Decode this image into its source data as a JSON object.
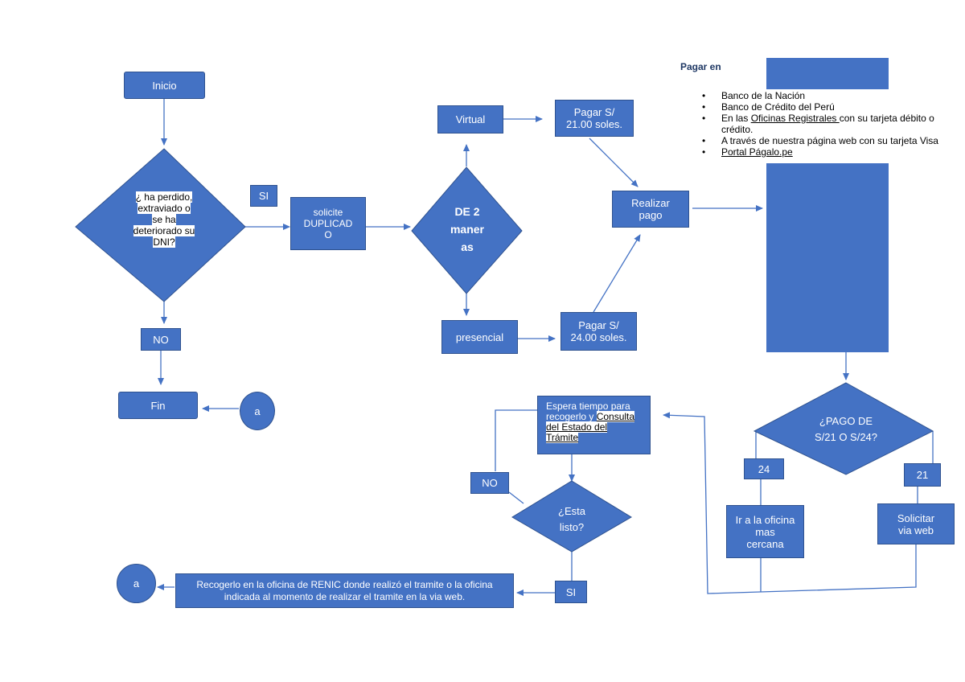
{
  "start": "Inicio",
  "question_lost": [
    "¿ ha perdido,",
    "extraviado     o",
    "se ha",
    "deteriorado su",
    "DNI?"
  ],
  "si_label": "SI",
  "no_label": "NO",
  "end": "Fin",
  "connector_a": "a",
  "request_duplicate": "solicite\nDUPLICAD\nO",
  "two_ways": "DE 2\nmaner\nas",
  "virtual": "Virtual",
  "presencial": "presencial",
  "pay_virtual": "Pagar S/\n21.00 soles.",
  "pay_presencial": "Pagar S/\n24.00 soles.",
  "make_payment": "Realizar\npago",
  "payment_panel": {
    "title": "Pagar en",
    "items": [
      {
        "pre": "Banco de la Nación",
        "link": "",
        "post": ""
      },
      {
        "pre": "Banco de Crédito del Perú",
        "link": "",
        "post": ""
      },
      {
        "pre": "En las ",
        "link": "Oficinas Registrales ",
        "post": "con su tarjeta débito o crédito."
      },
      {
        "pre": "A través de nuestra página web con su tarjeta Visa",
        "link": "",
        "post": ""
      },
      {
        "pre": "",
        "link": "Portal Págalo.pe",
        "post": ""
      }
    ]
  },
  "question_amount": "¿PAGO DE\nS/21 O S/24?",
  "option_24": "24",
  "option_21": "21",
  "go_office": "Ir a la oficina\nmas\ncercana",
  "request_web": "Solicitar\nvia web",
  "wait": {
    "line1": "Espera tiempo para",
    "line2": "recogerlo y ",
    "link1": "Consulta",
    "link2": "del Estado del",
    "link3": "Trámite"
  },
  "question_ready": "¿Esta\nlisto?",
  "pickup": "Recogerlo en la oficina de RENIC donde realizó el tramite o la oficina\nindicada al momento de realizar el tramite en la via web.",
  "colors": {
    "shape_fill": "#4472c4",
    "shape_border": "#2f528f",
    "title": "#1f3864"
  }
}
